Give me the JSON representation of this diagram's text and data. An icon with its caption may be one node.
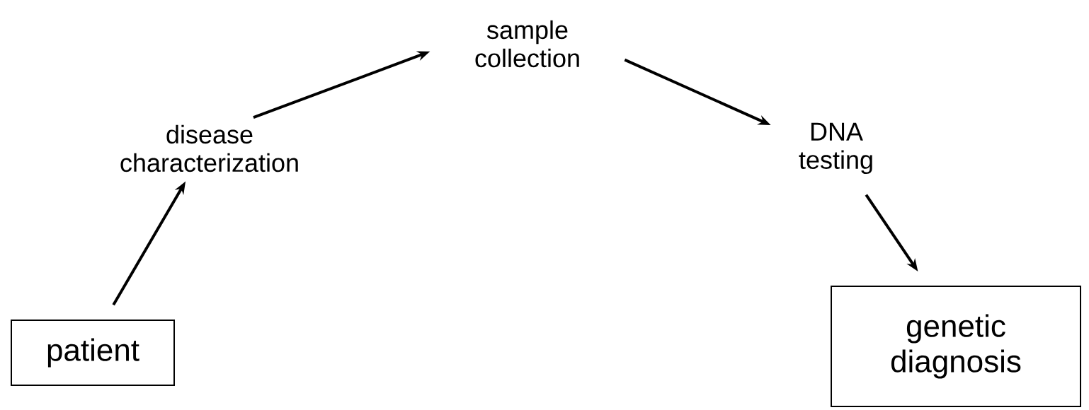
{
  "diagram": {
    "nodes": [
      {
        "text": [
          "patient"
        ]
      },
      {
        "text": [
          "disease characterization"
        ]
      },
      {
        "text": [
          "sample collection"
        ]
      },
      {
        "text": [
          "DNA testing"
        ]
      },
      {
        "text": [
          "genetic diagnosis"
        ]
      }
    ],
    "edges": [
      {
        "from": 0,
        "to": 1,
        "arrow": "to"
      },
      {
        "from": 1,
        "to": 2,
        "arrow": "to"
      },
      {
        "from": 2,
        "to": 3,
        "arrow": "to"
      },
      {
        "from": 3,
        "to": 4,
        "arrow": "to"
      }
    ]
  }
}
